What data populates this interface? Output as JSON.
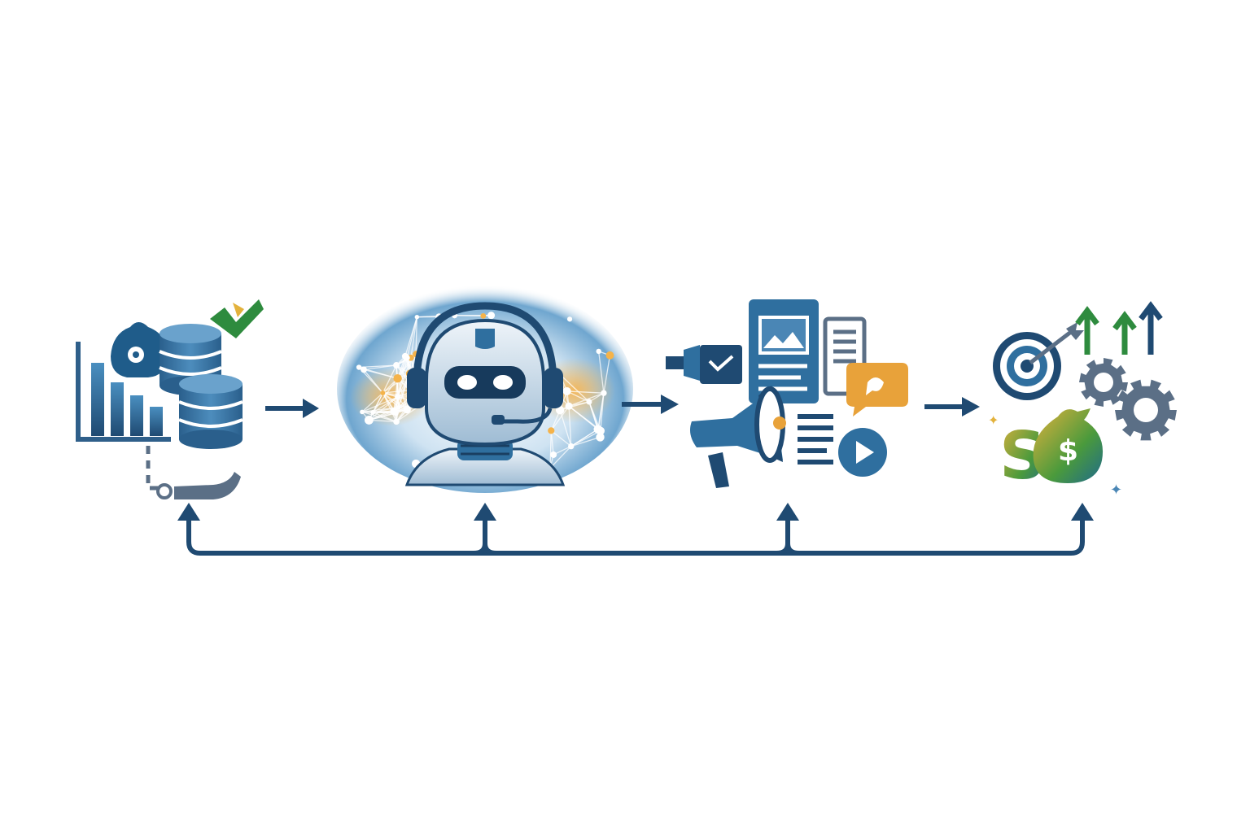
{
  "colors": {
    "navy": "#1f4a72",
    "blue": "#2f6f9f",
    "mid_blue": "#4a86b5",
    "light_blue": "#8fb8d8",
    "steel": "#5b6f86",
    "orange": "#e8a23a",
    "gold": "#e3b23c",
    "green": "#2e8b3e",
    "yellow_green": "#b7c43a"
  },
  "stages": [
    {
      "name": "data",
      "icons": [
        "bar-chart-icon",
        "database-icon",
        "money-bag-icon",
        "checkmark-icon",
        "pipe-icon"
      ]
    },
    {
      "name": "ai",
      "icons": [
        "robot-icon",
        "headset-icon",
        "neural-network-icon"
      ]
    },
    {
      "name": "content",
      "icons": [
        "megaphone-icon",
        "document-icon",
        "image-icon",
        "chat-bubble-icon",
        "play-icon",
        "video-camera-icon"
      ]
    },
    {
      "name": "results",
      "icons": [
        "target-icon",
        "gear-icon",
        "growth-arrows-icon",
        "dollar-icon"
      ]
    }
  ],
  "sparkle": "✦",
  "money_glyphs": {
    "s": "S",
    "dollar": "$"
  }
}
